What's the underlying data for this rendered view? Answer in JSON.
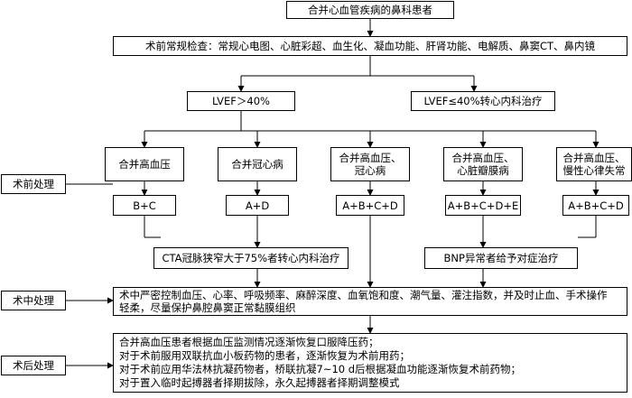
{
  "top": "合并心血管疾病的鼻科患者",
  "preop_exam": "术前常规检查：常规心电图、心脏彩超、血生化、凝血功能、肝肾功能、电解质、鼻窦CT、鼻内镜",
  "lvef_high": "LVEF＞40%",
  "lvef_low": "LVEF≤40%转心内科治疗",
  "conditions": [
    {
      "line1": "合并高血压",
      "line2": ""
    },
    {
      "line1": "合并冠心病",
      "line2": ""
    },
    {
      "line1": "合并高血压、",
      "line2": "冠心病"
    },
    {
      "line1": "合并高血压、",
      "line2": "心脏瓣膜病"
    },
    {
      "line1": "合并高血压、",
      "line2": "慢性心律失常"
    }
  ],
  "treatments": [
    "B+C",
    "A+D",
    "A+B+C+D",
    "A+B+C+D+E",
    "A+B+C+D"
  ],
  "cta": "CTA冠脉狭窄大于75%者转心内科治疗",
  "bnp": "BNP异常者给予对症治疗",
  "phases": {
    "preop": "术前处理",
    "intraop": "术中处理",
    "postop": "术后处理"
  },
  "intraop_lines": [
    "术中严密控制血压、心率、呼吸频率、麻醉深度、血氧饱和度、潮气量、灌注指数，并及时止血、手术操作",
    "轻柔，尽量保护鼻腔鼻窦正常黏膜组织"
  ],
  "postop_lines": [
    "合并高血压患者根据血压监测情况逐渐恢复口服降压药；",
    "对于术前服用双联抗血小板药物的患者，逐渐恢复为术前用药；",
    "对于术前应用华法林抗凝药物者，桥联抗凝7~10 d后根据凝血功能逐渐恢复术前药物；",
    "对于置入临时起搏器者择期拔除，永久起搏器者择期调整模式"
  ]
}
